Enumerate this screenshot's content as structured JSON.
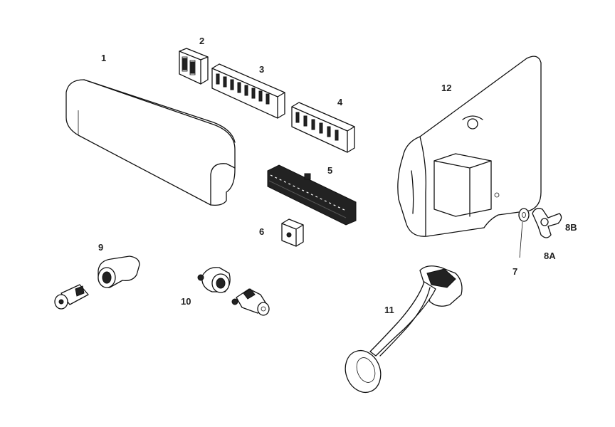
{
  "labels": {
    "p1": "1",
    "p2": "2",
    "p3": "3",
    "p4": "4",
    "p5": "5",
    "p6": "6",
    "p7": "7",
    "p8A": "8A",
    "p8B": "8B",
    "p9": "9",
    "p10": "10",
    "p11": "11",
    "p12": "12"
  }
}
